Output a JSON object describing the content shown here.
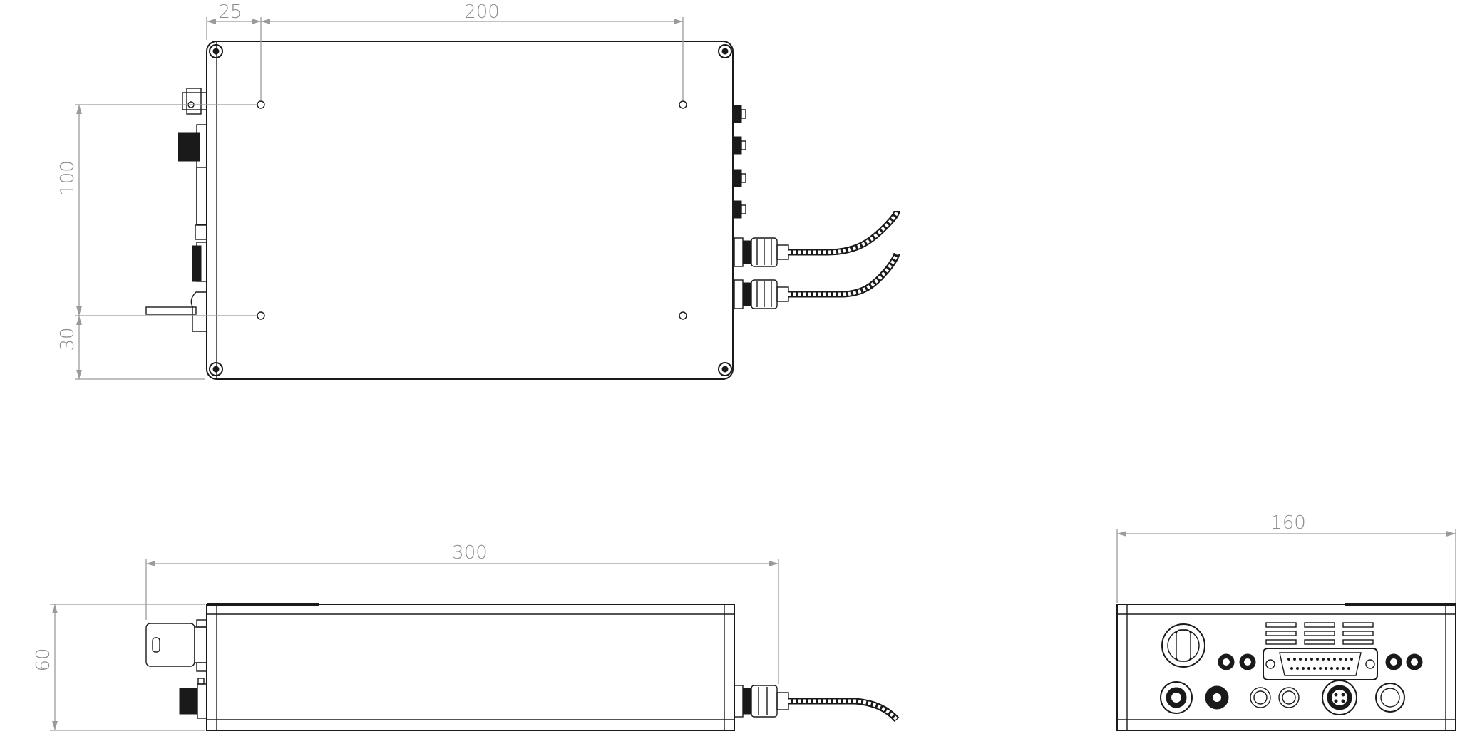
{
  "top_view": {
    "dim_left_offset": "25",
    "dim_hole_spacing_x": "200",
    "dim_hole_spacing_y": "100",
    "dim_bottom_offset": "30"
  },
  "side_view": {
    "dim_length": "300",
    "dim_height": "60"
  },
  "front_view": {
    "dim_width": "160"
  }
}
